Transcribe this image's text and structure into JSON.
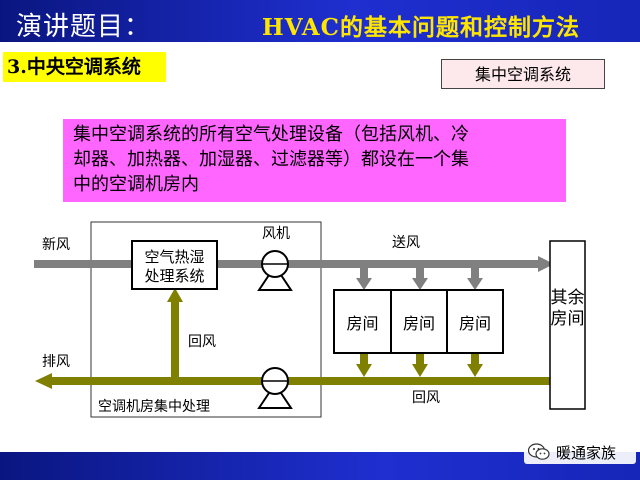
{
  "header": {
    "label": "演讲题目：",
    "title": "HVAC的基本问题和控制方法"
  },
  "section_title": "3.中央空调系统",
  "tag_label": "集中空调系统",
  "description": {
    "lines": [
      "集中空调系统的所有空气处理设备（包括风机、冷",
      "却器、加热器、加湿器、过滤器等）都设在一个集",
      "中的空调机房内"
    ]
  },
  "diagram": {
    "fresh_air": "新风",
    "exhaust_air": "排风",
    "supply_air": "送风",
    "return_air_inner": "回风",
    "return_air_lower": "回风",
    "fan": "风机",
    "processor_line1": "空气热湿",
    "processor_line2": "处理系统",
    "plant_room": "空调机房集中处理",
    "rooms": [
      "房间",
      "房间",
      "房间"
    ],
    "other_line1": "其余",
    "other_line2": "房间"
  },
  "colors": {
    "header_blue": "#1f2fd0",
    "title_yellow": "#ffe600",
    "supply_duct": "#808080",
    "return_duct": "#808000",
    "description_bg": "#ff66ff",
    "section_bg": "#ffff00"
  },
  "watermark": {
    "icon": "wechat-icon",
    "text": "暖通家族"
  }
}
